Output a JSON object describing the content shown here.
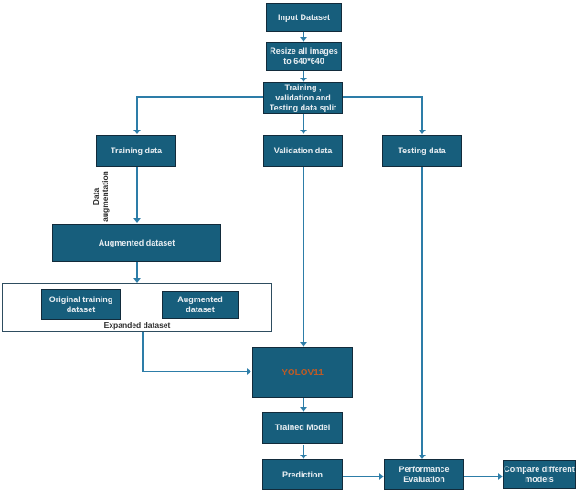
{
  "diagram": {
    "type": "flowchart",
    "nodes": {
      "input_dataset": {
        "label": "Input Dataset"
      },
      "resize": {
        "label": "Resize  all images\nto 640*640"
      },
      "split": {
        "label": "Training ,\nvalidation and\nTesting data split"
      },
      "training_data": {
        "label": "Training data"
      },
      "validation_data": {
        "label": "Validation data"
      },
      "testing_data": {
        "label": "Testing data"
      },
      "augmented_dataset": {
        "label": "Augmented dataset"
      },
      "original_training_dataset": {
        "label": "Original  training\ndataset"
      },
      "augmented_dataset_inner": {
        "label": "Augmented\ndataset"
      },
      "expanded_dataset_group": {
        "label": "Expanded dataset"
      },
      "yolov11": {
        "label": "YOLOV11"
      },
      "trained_model": {
        "label": "Trained Model"
      },
      "prediction": {
        "label": "Prediction"
      },
      "performance_evaluation": {
        "label": "Performance\nEvaluation"
      },
      "compare_models": {
        "label": "Compare different\nmodels"
      }
    },
    "edge_labels": {
      "data_augmentation": "Data\naugmentation"
    },
    "colors": {
      "node_fill": "#175e7c",
      "node_border": "#122b3b",
      "arrow": "#2d7da8",
      "node_text": "#e8eef2",
      "yolo_text": "#bd5b26",
      "group_border": "#2e4d60",
      "label_text": "#2b2b2b"
    }
  }
}
